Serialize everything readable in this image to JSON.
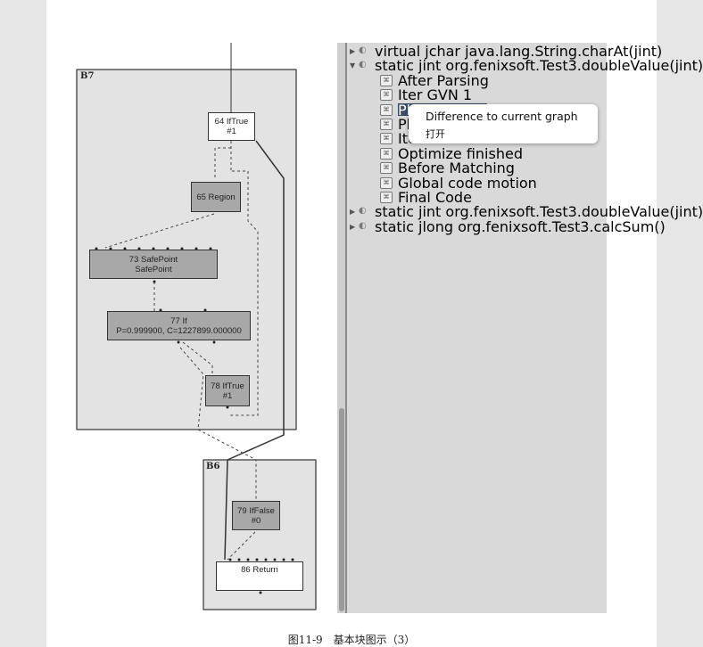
{
  "graph": {
    "blocks": [
      {
        "id": "b7",
        "label": "B7"
      },
      {
        "id": "b6",
        "label": "B6"
      }
    ],
    "nodes": {
      "n64": {
        "line1": "64 IfTrue",
        "line2": "#1"
      },
      "n65": {
        "line1": "65 Region"
      },
      "n73": {
        "line1": "73 SafePoint",
        "line2": "SafePoint"
      },
      "n77": {
        "line1": "77 If",
        "line2": "P=0.999900, C=1227899.000000"
      },
      "n78": {
        "line1": "78 IfTrue",
        "line2": "#1"
      },
      "n79": {
        "line1": "79 IfFalse",
        "line2": "#0"
      },
      "n86": {
        "line1": "86 Return"
      }
    }
  },
  "tree": {
    "items": [
      {
        "label": "virtual jchar java.lang.String.charAt(jint)",
        "expanded": false
      },
      {
        "label": "static jint org.fenixsoft.Test3.doubleValue(jint)",
        "expanded": true
      },
      {
        "label": "After Parsing",
        "child": true
      },
      {
        "label": "Iter GVN 1",
        "child": true
      },
      {
        "label": "Ph",
        "child": true,
        "selected": true
      },
      {
        "label": "Ph",
        "child": true
      },
      {
        "label": "Ite",
        "child": true
      },
      {
        "label": "Optimize finished",
        "child": true
      },
      {
        "label": "Before Matching",
        "child": true
      },
      {
        "label": "Global code motion",
        "child": true
      },
      {
        "label": "Final Code",
        "child": true
      },
      {
        "label": "static jint org.fenixsoft.Test3.doubleValue(jint)",
        "expanded": false
      },
      {
        "label": "static jlong org.fenixsoft.Test3.calcSum()",
        "expanded": false
      }
    ],
    "context_menu": {
      "item1": "Difference to current graph",
      "item2": "打开"
    }
  },
  "caption": "图11-9　基本块图示（3）"
}
